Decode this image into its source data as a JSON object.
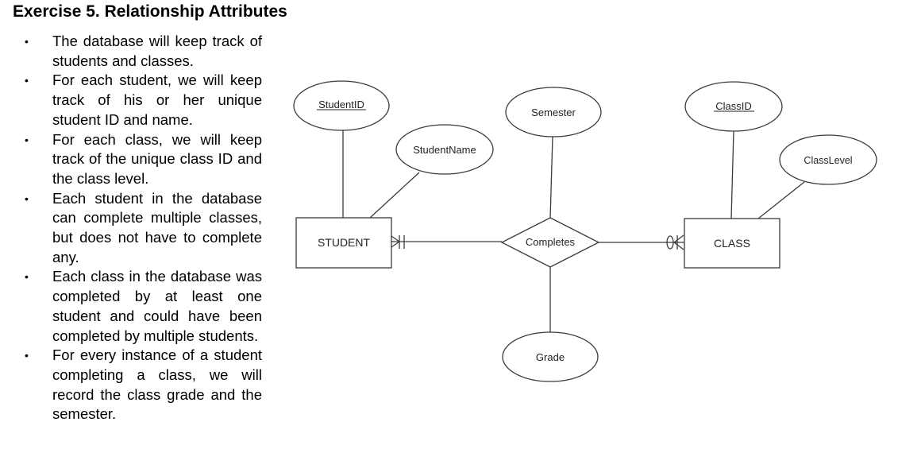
{
  "title": "Exercise 5. Relationship Attributes",
  "bullets": [
    "The database will keep track of students and classes.",
    "For each student, we will keep track of his or her unique student ID and name.",
    "For each class, we will keep track of the unique class ID and the class level.",
    "Each student in the database can complete multiple classes, but does not have to complete any.",
    "Each class in the database was completed by at least one student and could have been completed by multiple students.",
    "For every instance of a student completing a class, we will record the class grade and the semester."
  ],
  "diagram": {
    "entities": {
      "student": "STUDENT",
      "class": "CLASS"
    },
    "relationship": "Completes",
    "attributes": {
      "student_id": "StudentID",
      "student_name": "StudentName",
      "semester": "Semester",
      "grade": "Grade",
      "class_id": "ClassID",
      "class_level": "ClassLevel"
    },
    "line_color": "#3a3a3a"
  }
}
